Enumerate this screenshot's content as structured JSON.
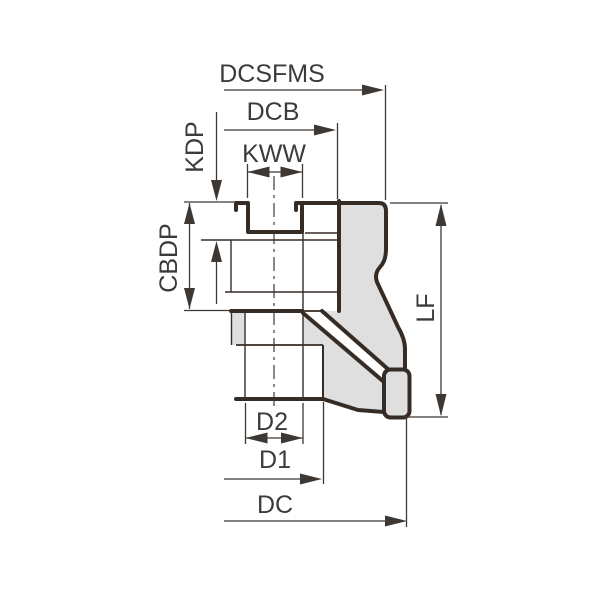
{
  "drawing": {
    "labels": {
      "dcsfms": "DCSFMS",
      "dcb": "DCB",
      "kww": "KWW",
      "kdp": "KDP",
      "cbdp": "CBDP",
      "lf": "LF",
      "d2": "D2",
      "d1": "D1",
      "dc": "DC"
    },
    "colors": {
      "background": "#ffffff",
      "body_fill": "#dedfde",
      "outline": "#352c26",
      "dimension_line": "#3d3833",
      "label_text": "#3b3b3b"
    }
  }
}
